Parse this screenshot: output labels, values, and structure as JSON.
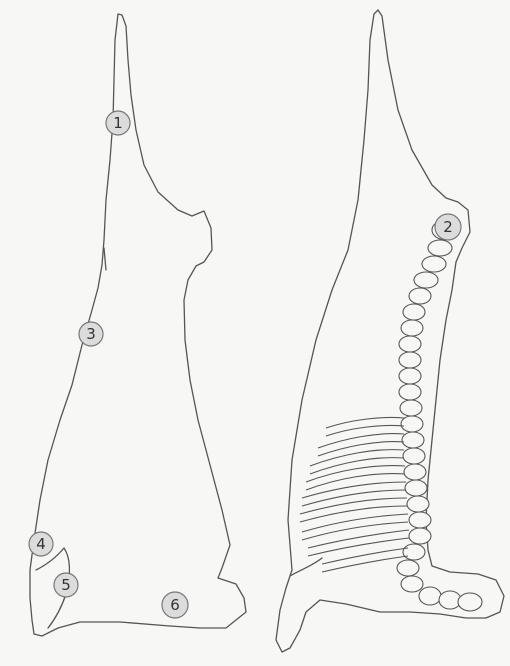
{
  "markers": [
    {
      "id": "1",
      "label": "1"
    },
    {
      "id": "2",
      "label": "2"
    },
    {
      "id": "3",
      "label": "3"
    },
    {
      "id": "4",
      "label": "4"
    },
    {
      "id": "5",
      "label": "5"
    },
    {
      "id": "6",
      "label": "6"
    }
  ]
}
